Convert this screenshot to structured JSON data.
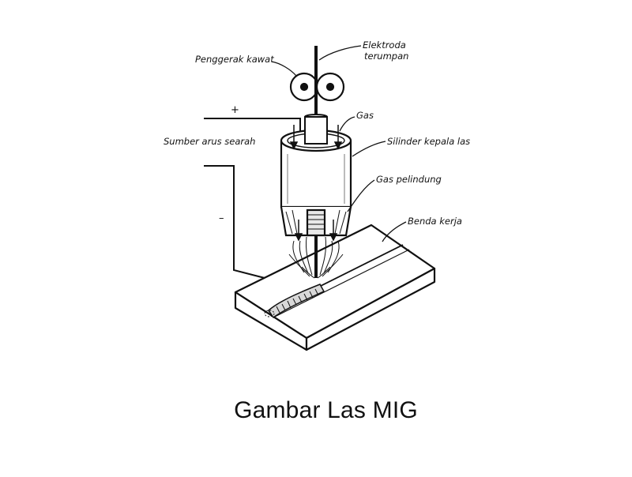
{
  "labels": {
    "electrode": [
      "Elektroda",
      "terumpan"
    ],
    "wire_feeder": "Penggerak kawat",
    "gas": "Gas",
    "power_source": "Sumber arus searah",
    "plus": "+",
    "minus": "–",
    "nozzle": "Silinder kepala las",
    "shield_gas": "Gas pelindung",
    "workpiece": "Benda kerja"
  },
  "caption": "Gambar Las MIG"
}
